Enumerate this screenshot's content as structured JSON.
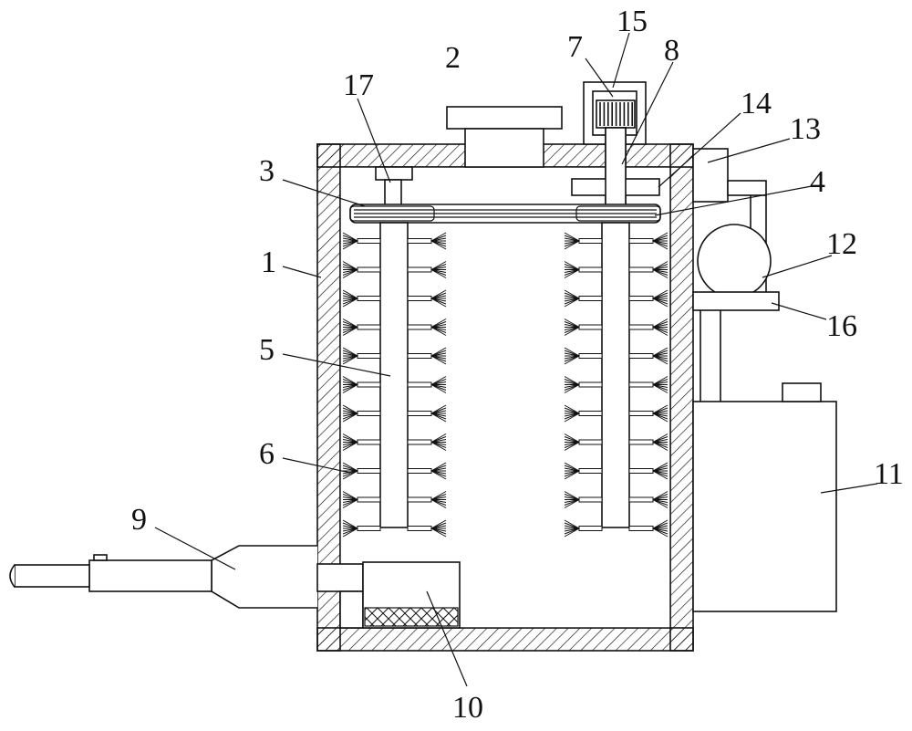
{
  "figure": {
    "labels": [
      {
        "key": "l1",
        "text": "1"
      },
      {
        "key": "l2",
        "text": "2"
      },
      {
        "key": "l3",
        "text": "3"
      },
      {
        "key": "l4",
        "text": "4"
      },
      {
        "key": "l5",
        "text": "5"
      },
      {
        "key": "l6",
        "text": "6"
      },
      {
        "key": "l7",
        "text": "7"
      },
      {
        "key": "l8",
        "text": "8"
      },
      {
        "key": "l9",
        "text": "9"
      },
      {
        "key": "l10",
        "text": "10"
      },
      {
        "key": "l11",
        "text": "11"
      },
      {
        "key": "l12",
        "text": "12"
      },
      {
        "key": "l13",
        "text": "13"
      },
      {
        "key": "l14",
        "text": "14"
      },
      {
        "key": "l15",
        "text": "15"
      },
      {
        "key": "l16",
        "text": "16"
      },
      {
        "key": "l17",
        "text": "17"
      }
    ]
  },
  "colors": {
    "stroke": "#111111",
    "background": "#ffffff"
  }
}
